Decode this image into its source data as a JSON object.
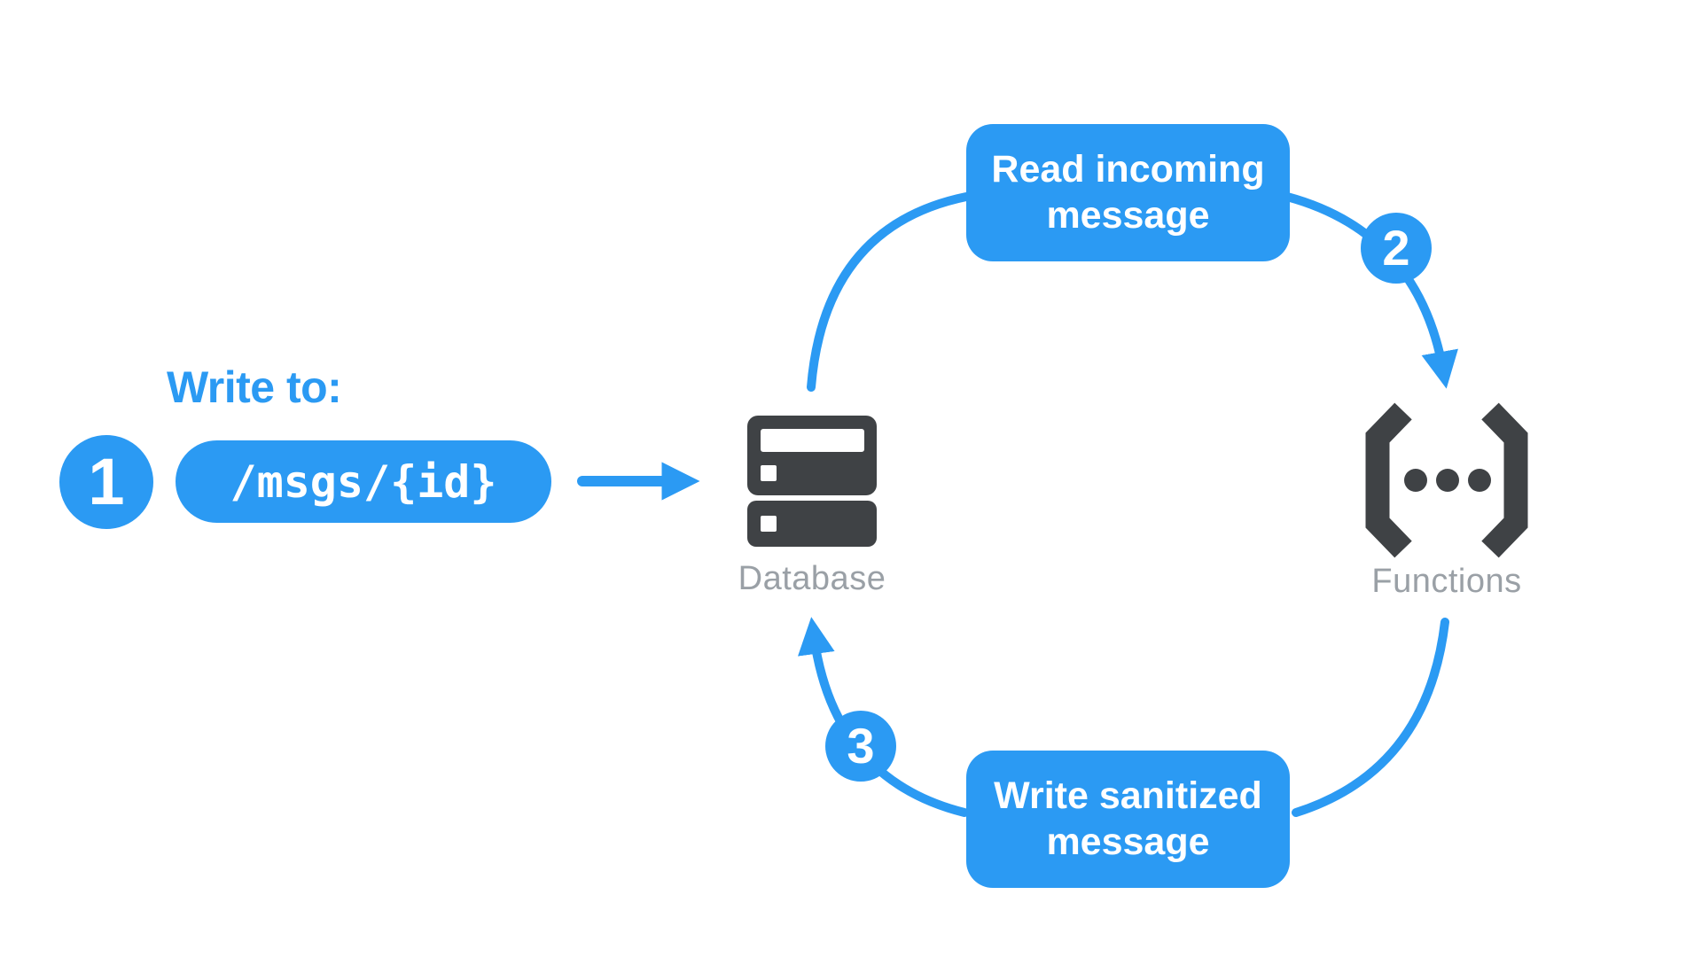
{
  "colors": {
    "accent_blue": "#2b9af3",
    "icon_dark": "#3f4245",
    "label_gray": "#9aa0a6",
    "text_on_blue": "#ffffff",
    "background": "#ffffff"
  },
  "step1": {
    "badge": "1",
    "heading": "Write to:",
    "code": "/msgs/{id}"
  },
  "step2": {
    "badge": "2",
    "box_label": "Read incoming message"
  },
  "step3": {
    "badge": "3",
    "box_label": "Write sanitized message"
  },
  "nodes": {
    "database": {
      "label": "Database"
    },
    "functions": {
      "label": "Functions"
    }
  }
}
